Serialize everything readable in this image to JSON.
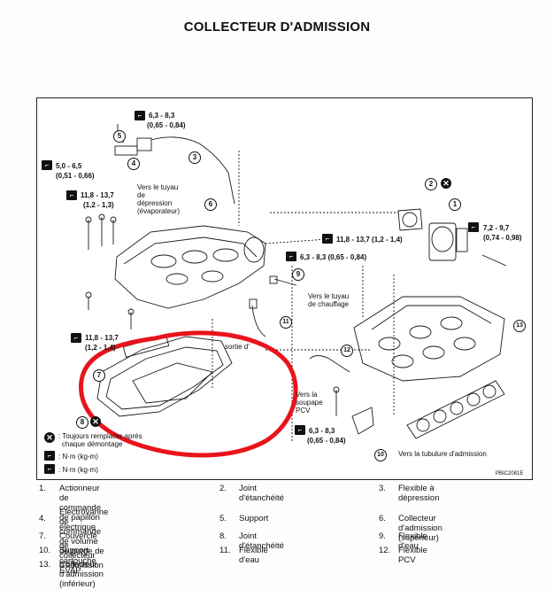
{
  "title": "COLLECTEUR D'ADMISSION",
  "diagram_code": "PBIC2081E",
  "callouts": {
    "c1": "1",
    "c2": "2",
    "c3": "3",
    "c4": "4",
    "c5": "5",
    "c6": "6",
    "c7": "7",
    "c8": "8",
    "c9": "9",
    "c10": "10",
    "c11": "11",
    "c12": "12",
    "c13": "13"
  },
  "torque": {
    "t1a": "6,3 - 8,3",
    "t1b": "(0,65 - 0,84)",
    "t2a": "5,0 - 6,5",
    "t2b": "(0,51 - 0,66)",
    "t3a": "11,8 - 13,7",
    "t3b": "(1,2 - 1,3)",
    "t4": "11,8 - 13,7 (1,2 - 1,4)",
    "t5": "6,3 - 8,3 (0,65 - 0,84)",
    "t6a": "7,2 - 9,7",
    "t6b": "(0,74 - 0,98)",
    "t7a": "11,8 - 13,7",
    "t7b": "(1,2 - 1,4)",
    "t8a": "6,3 - 8,3",
    "t8b": "(0,65 - 0,84)"
  },
  "notes": {
    "vacuum1": "Vers le tuyau",
    "vacuum2": "de",
    "vacuum3": "dépression",
    "vacuum4": "(évaporateur)",
    "heater1": "Vers le tuyau",
    "heater2": "de chauffage",
    "outlet": "sortie d'",
    "pcv1": "Vers la",
    "pcv2": "soupape",
    "pcv3": "PCV",
    "intake_tube": "Vers la tubulure d'admission"
  },
  "key": {
    "k1a": ": Toujours remplacer après",
    "k1b": "chaque démontage",
    "k2": ": N·m (kg-m)",
    "k3": ": N·m (kg-m)"
  },
  "parts": [
    {
      "n": "1.",
      "name": "Actionneur de commande de papillon",
      "name2": "électrique"
    },
    {
      "n": "2.",
      "name": "Joint d'étanchéité"
    },
    {
      "n": "3.",
      "name": "Flexible à dépression"
    },
    {
      "n": "4.",
      "name": "Electrovanne de commande de volume",
      "name2": "de purge de cartouche EVAP"
    },
    {
      "n": "5.",
      "name": "Support"
    },
    {
      "n": "6.",
      "name": "Collecteur d'admission (supérieur)"
    },
    {
      "n": "7.",
      "name": "Couvercle de collecteur d'admission"
    },
    {
      "n": "8.",
      "name": "Joint d'étanchéité"
    },
    {
      "n": "9.",
      "name": "Flexible d'eau"
    },
    {
      "n": "10.",
      "name": "Support"
    },
    {
      "n": "11.",
      "name": "Flexible d'eau"
    },
    {
      "n": "12.",
      "name": "Flexible PCV"
    },
    {
      "n": "13.",
      "name": "Collecteur d'admission (inférieur)"
    }
  ],
  "colors": {
    "highlight": "#e8141c",
    "ink": "#1a1a1a"
  },
  "icons": [
    "wrench-torque-icon",
    "replace-x-icon"
  ]
}
